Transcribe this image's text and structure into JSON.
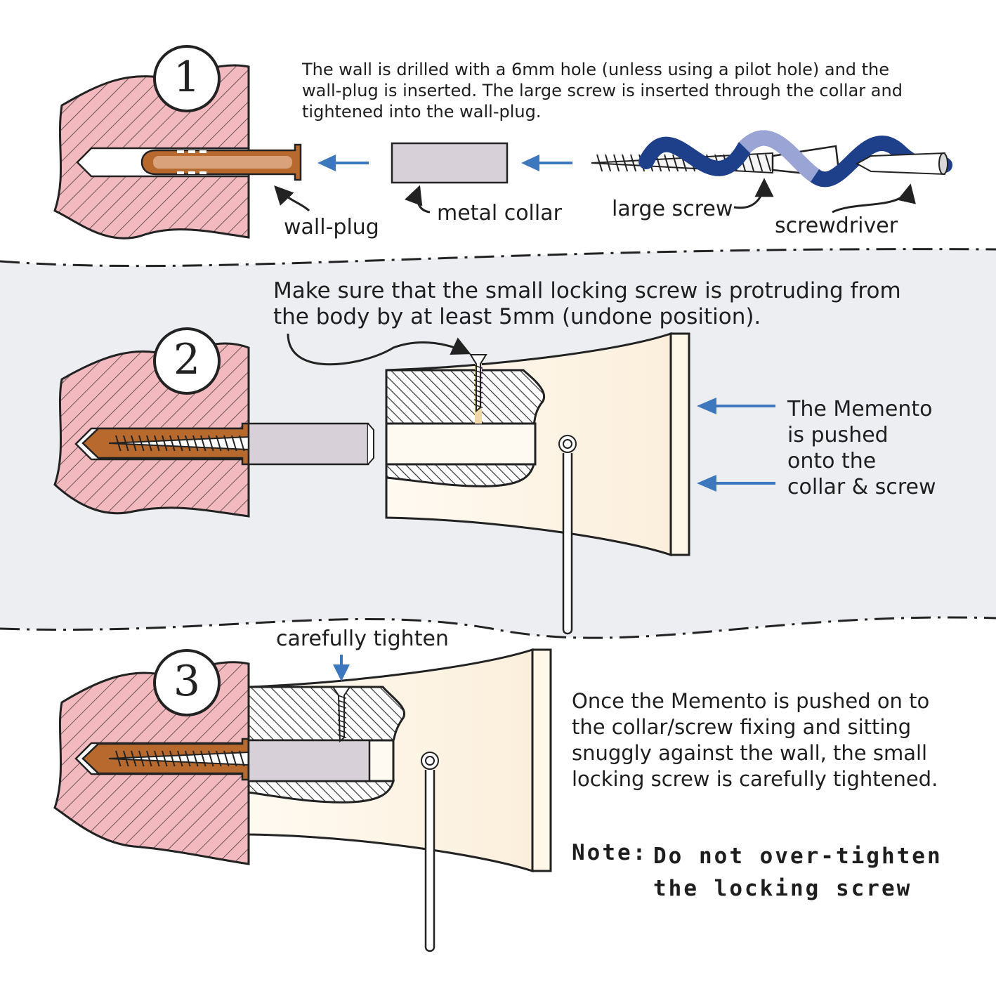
{
  "step1": {
    "number": "1",
    "instruction": [
      "The wall is drilled with a 6mm hole (unless using a pilot hole) and the",
      "wall-plug is inserted. The large screw is inserted through the collar and",
      "tightened into the wall-plug."
    ],
    "labels": {
      "wall_plug": "wall-plug",
      "metal_collar": "metal collar",
      "large_screw": "large screw",
      "screwdriver": "screwdriver"
    }
  },
  "step2": {
    "number": "2",
    "instruction": [
      "Make sure that the small locking screw is protruding from",
      "the body by at least 5mm (undone position)."
    ],
    "side_text": [
      "The Memento",
      "is pushed",
      "onto the",
      "collar & screw"
    ]
  },
  "step3": {
    "number": "3",
    "callout": "carefully tighten",
    "instruction": [
      "Once the Memento is pushed on to",
      "the collar/screw fixing and sitting",
      "snuggly against the wall, the small",
      "locking screw is carefully tightened."
    ],
    "note_label": "Note:",
    "note_text": [
      "Do not over-tighten",
      "the locking screw"
    ]
  },
  "colors": {
    "wall": "#f2b9be",
    "plug": "#b8692e",
    "collar": "#d8d0d8",
    "panel": "#eceef2",
    "body": "#fdf5e6",
    "arrow": "#3d78bf",
    "driver": "#1e3f8a"
  }
}
